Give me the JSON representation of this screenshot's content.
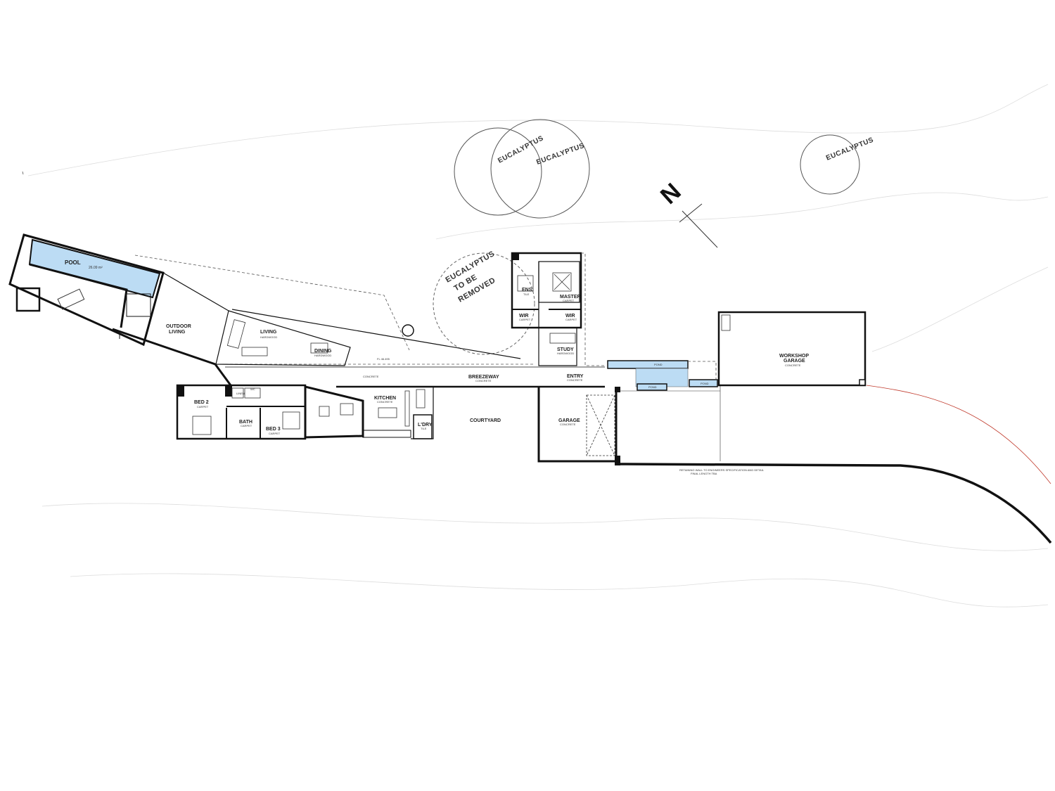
{
  "colors": {
    "water": "#bcdcf4",
    "wall": "#111111",
    "boundary": "#c0392b",
    "background": "#ffffff"
  },
  "north": {
    "label": "N"
  },
  "trees": [
    {
      "label": "EUCALYPTUS"
    },
    {
      "label": "EUCALYPTUS"
    },
    {
      "label": "EUCALYPTUS"
    },
    {
      "lines": [
        "EUCALYPTUS",
        "TO BE",
        "REMOVED"
      ]
    }
  ],
  "rooms": {
    "pool": {
      "name": "POOL",
      "area": "26.09 m²"
    },
    "outdoor_living": {
      "lines": [
        "OUTDOOR",
        "LIVING"
      ]
    },
    "living": {
      "name": "LIVING",
      "finish": "HARDWOOD"
    },
    "dining": {
      "name": "DINING",
      "finish": "HARDWOOD"
    },
    "fl_level": "FL 46.495",
    "concrete_label": "CONCRETE",
    "breezeway": {
      "name": "BREEZEWAY",
      "finish": "CONCRETE"
    },
    "entry": {
      "name": "ENTRY",
      "finish": "CONCRETE"
    },
    "kitchen": {
      "name": "KITCHEN",
      "finish": "CONCRETE"
    },
    "laundry": {
      "name": "L'DRY",
      "finish": "TILE"
    },
    "courtyard": {
      "name": "COURTYARD"
    },
    "bed2": {
      "name": "BED 2",
      "finish": "CARPET"
    },
    "bed3": {
      "name": "BED 3",
      "finish": "CARPET"
    },
    "bath": {
      "name": "BATH",
      "finish": "CARPET"
    },
    "linen": "LINEN",
    "wc": "WC",
    "master": {
      "name": "MASTER",
      "finish": "CARPET"
    },
    "ensuite": {
      "name": "ENS.",
      "finish": "TILE"
    },
    "wir_left": {
      "name": "WIR",
      "finish": "CARPET"
    },
    "wir_right": {
      "name": "WIR",
      "finish": "CARPET"
    },
    "study": {
      "name": "STUDY",
      "finish": "HARDWOOD"
    },
    "garage": {
      "name": "GARAGE",
      "finish": "CONCRETE"
    },
    "workshop": {
      "lines": [
        "WORKSHOP",
        "GARAGE"
      ],
      "finish": "CONCRETE"
    },
    "pond1": "POND",
    "pond2": "POND",
    "pond3": "POND"
  },
  "notes": {
    "retaining_wall": [
      "RETAINING WALL TO ENGINEERS SPECIFICATION AND DETAIL",
      "FINAL LENGTH TBA"
    ]
  }
}
